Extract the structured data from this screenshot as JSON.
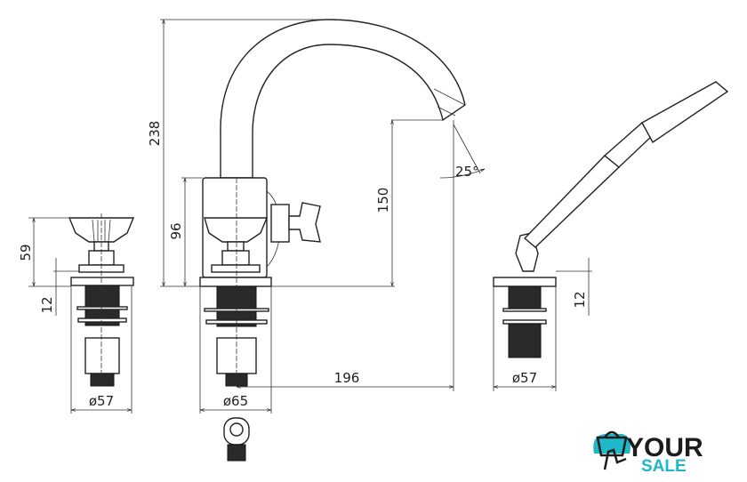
{
  "dimensions": {
    "left_valve_height": "59",
    "left_valve_plate": "12",
    "left_valve_diameter": "ø57",
    "faucet_total_height": "238",
    "faucet_body_height": "96",
    "spout_height": "150",
    "spout_reach": "196",
    "spout_angle": "25°",
    "faucet_diameter": "ø65",
    "shower_plate": "12",
    "shower_diameter": "ø57"
  },
  "logo": {
    "line1": "YOUR",
    "line2": "SALE",
    "colors": {
      "accent": "#1fb8c8",
      "dark": "#1c1c1c"
    }
  }
}
